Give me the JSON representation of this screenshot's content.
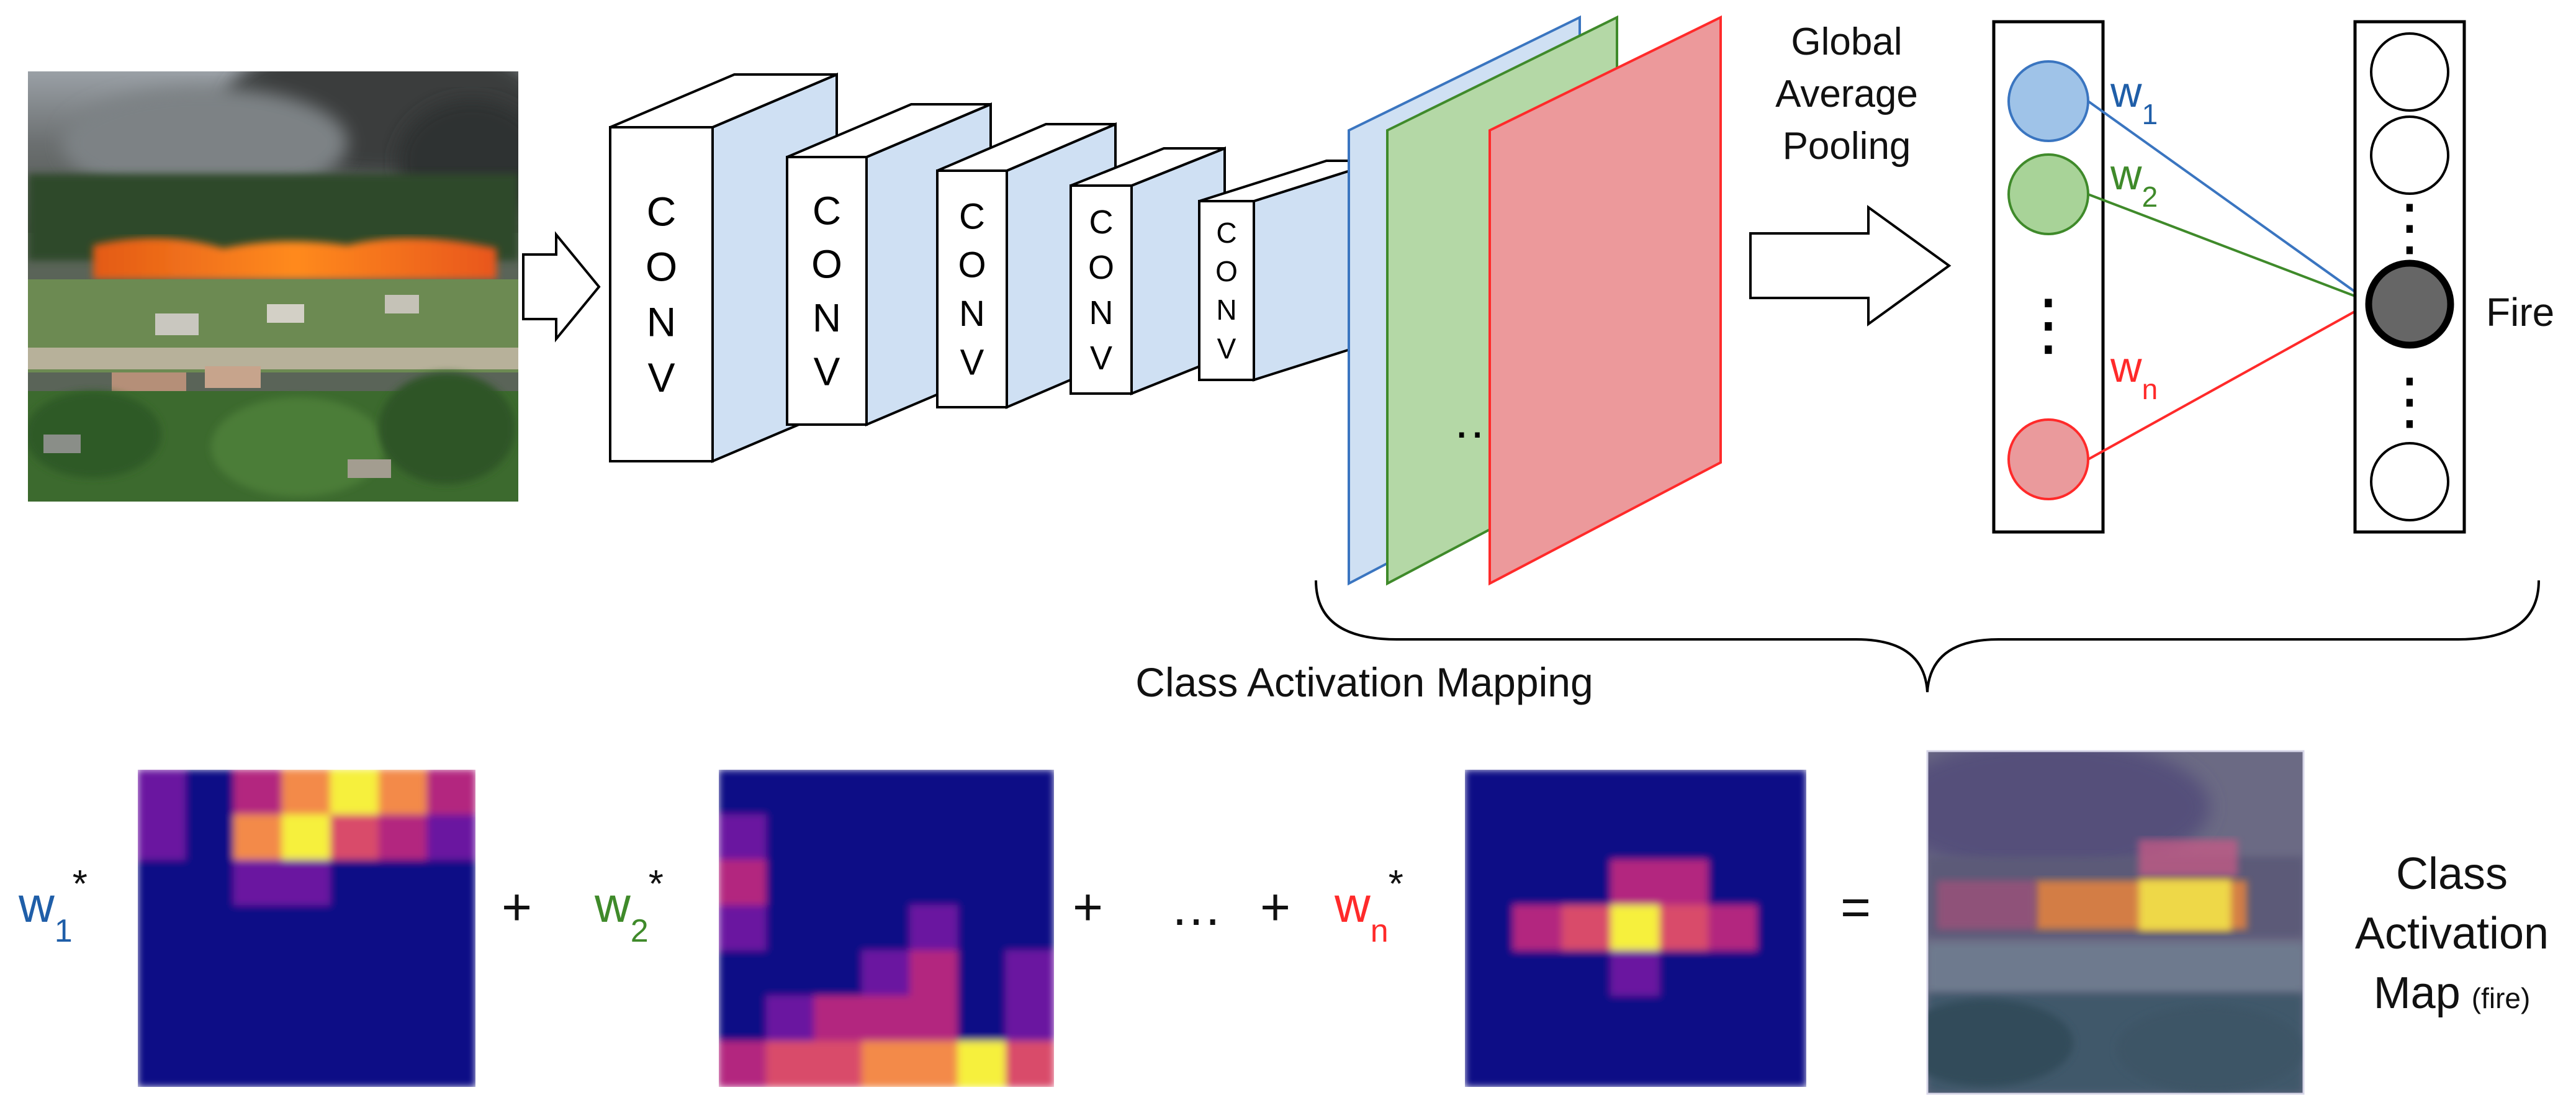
{
  "colors": {
    "blue": "#1f5ea8",
    "green": "#3f8a2a",
    "red": "#ff2a2a",
    "blue_fill": "#cfe0f3",
    "green_fill": "#b4d8a6",
    "red_fill": "#ec999b",
    "heatmap_base": "#0c0a86"
  },
  "input_photo": {
    "description_icon": "wildfire-photo"
  },
  "conv_layers": [
    {
      "label": "C\nO\nN\nV"
    },
    {
      "label": "C\nO\nN\nV"
    },
    {
      "label": "C\nO\nN\nV"
    },
    {
      "label": "C\nO\nN\nV"
    },
    {
      "label": "C\nO\nN\nV"
    }
  ],
  "feature_maps": {
    "ellipsis": "…"
  },
  "pooling": {
    "line1": "Global",
    "line2": "Average",
    "line3": "Pooling"
  },
  "gap_vector": {
    "ellipsis": "⋮"
  },
  "weights": {
    "w1": "w",
    "w1_sub": "1",
    "w2": "w",
    "w2_sub": "2",
    "wn": "w",
    "wn_sub": "n"
  },
  "output_vector": {
    "ellipsis_top": "⋮",
    "ellipsis_bottom": "⋮",
    "class_label": "Fire"
  },
  "brace_label": "Class Activation Mapping",
  "bottom_row": {
    "term1_w": "w",
    "term1_sub": "1",
    "term1_star": "*",
    "plus1": "+",
    "term2_w": "w",
    "term2_sub": "2",
    "term2_star": "*",
    "plus2": "+",
    "dots": "…",
    "plus3": "+",
    "termn_w": "w",
    "termn_sub": "n",
    "termn_star": "*",
    "equals": "=",
    "result_line1": "Class",
    "result_line2": "Activation",
    "result_line3": "Map",
    "result_note": "(fire)"
  },
  "heatmaps": [
    {
      "name": "map-1",
      "grid": [
        [
          1,
          0,
          2,
          4,
          5,
          4,
          2
        ],
        [
          1,
          0,
          4,
          5,
          3,
          2,
          1
        ],
        [
          0,
          0,
          1,
          1,
          0,
          0,
          0
        ],
        [
          0,
          0,
          0,
          0,
          0,
          0,
          0
        ],
        [
          0,
          0,
          0,
          0,
          0,
          0,
          0
        ],
        [
          0,
          0,
          0,
          0,
          0,
          0,
          0
        ],
        [
          0,
          0,
          0,
          0,
          0,
          0,
          0
        ]
      ]
    },
    {
      "name": "map-2",
      "grid": [
        [
          0,
          0,
          0,
          0,
          0,
          0,
          0
        ],
        [
          1,
          0,
          0,
          0,
          0,
          0,
          0
        ],
        [
          2,
          0,
          0,
          0,
          0,
          0,
          0
        ],
        [
          1,
          0,
          0,
          0,
          1,
          0,
          0
        ],
        [
          0,
          0,
          0,
          1,
          2,
          0,
          1
        ],
        [
          0,
          1,
          2,
          2,
          2,
          0,
          1
        ],
        [
          2,
          3,
          3,
          4,
          4,
          5,
          3
        ]
      ]
    },
    {
      "name": "map-n",
      "grid": [
        [
          0,
          0,
          0,
          0,
          0,
          0,
          0
        ],
        [
          0,
          0,
          0,
          0,
          0,
          0,
          0
        ],
        [
          0,
          0,
          0,
          2,
          2,
          0,
          0
        ],
        [
          0,
          2,
          3,
          5,
          3,
          2,
          0
        ],
        [
          0,
          0,
          0,
          1,
          0,
          0,
          0
        ],
        [
          0,
          0,
          0,
          0,
          0,
          0,
          0
        ],
        [
          0,
          0,
          0,
          0,
          0,
          0,
          0
        ]
      ]
    }
  ]
}
